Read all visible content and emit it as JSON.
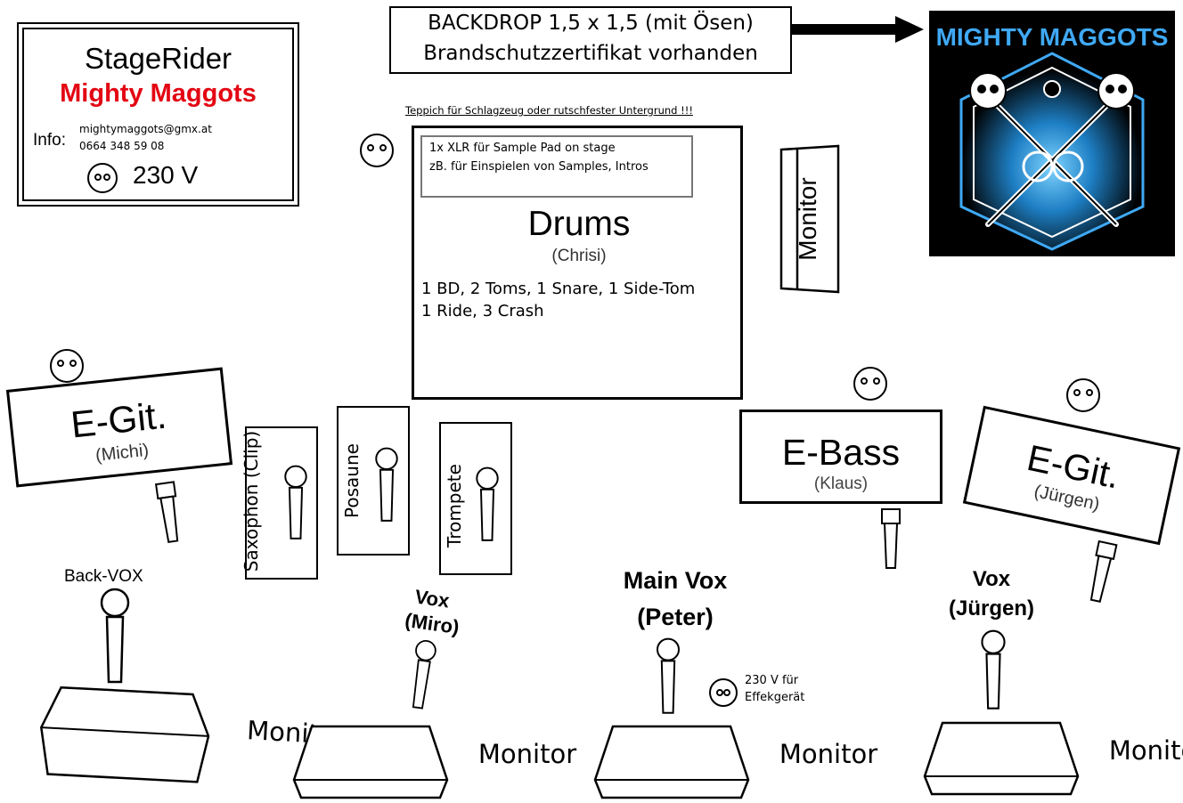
{
  "header": {
    "title": "StageRider",
    "band": "Mighty Maggots",
    "info_label": "Info:",
    "email": "mightymaggots@gmx.at",
    "phone": "0664 348 59 08",
    "power": "230 V"
  },
  "backdrop": {
    "line1": "BACKDROP 1,5 x 1,5 (mit Ösen)",
    "line2": "Brandschutzzertifikat vorhanden"
  },
  "logo": {
    "text": "MIGHTY MAGGOTS",
    "brand_color": "#3fa9f5"
  },
  "drums": {
    "note": "Teppich für Schlagzeug oder rutschfester Untergrund !!!",
    "xlr_line1": "1x XLR für Sample Pad on stage",
    "xlr_line2": "zB. für Einspielen von Samples, Intros",
    "title": "Drums",
    "player": "(Chrisi)",
    "kit_line1": "1 BD, 2 Toms, 1 Snare, 1 Side-Tom",
    "kit_line2": "1 Ride, 3 Crash"
  },
  "monitor_label": "Monitor",
  "guitar_left": {
    "name": "E-Git.",
    "player": "(Michi)"
  },
  "guitar_right": {
    "name": "E-Git.",
    "player": "(Jürgen)"
  },
  "bass": {
    "name": "E-Bass",
    "player": "(Klaus)"
  },
  "horns": {
    "sax": "Saxophon (Clip)",
    "trombone": "Posaune",
    "trumpet": "Trompete"
  },
  "vocals": {
    "back": "Back-VOX",
    "miro_line1": "Vox",
    "miro_line2": "(Miro)",
    "main_line1": "Main Vox",
    "main_line2": "(Peter)",
    "juergen_line1": "Vox",
    "juergen_line2": "(Jürgen)"
  },
  "effects_power": {
    "line1": "230 V für",
    "line2": "Effekgerät"
  }
}
